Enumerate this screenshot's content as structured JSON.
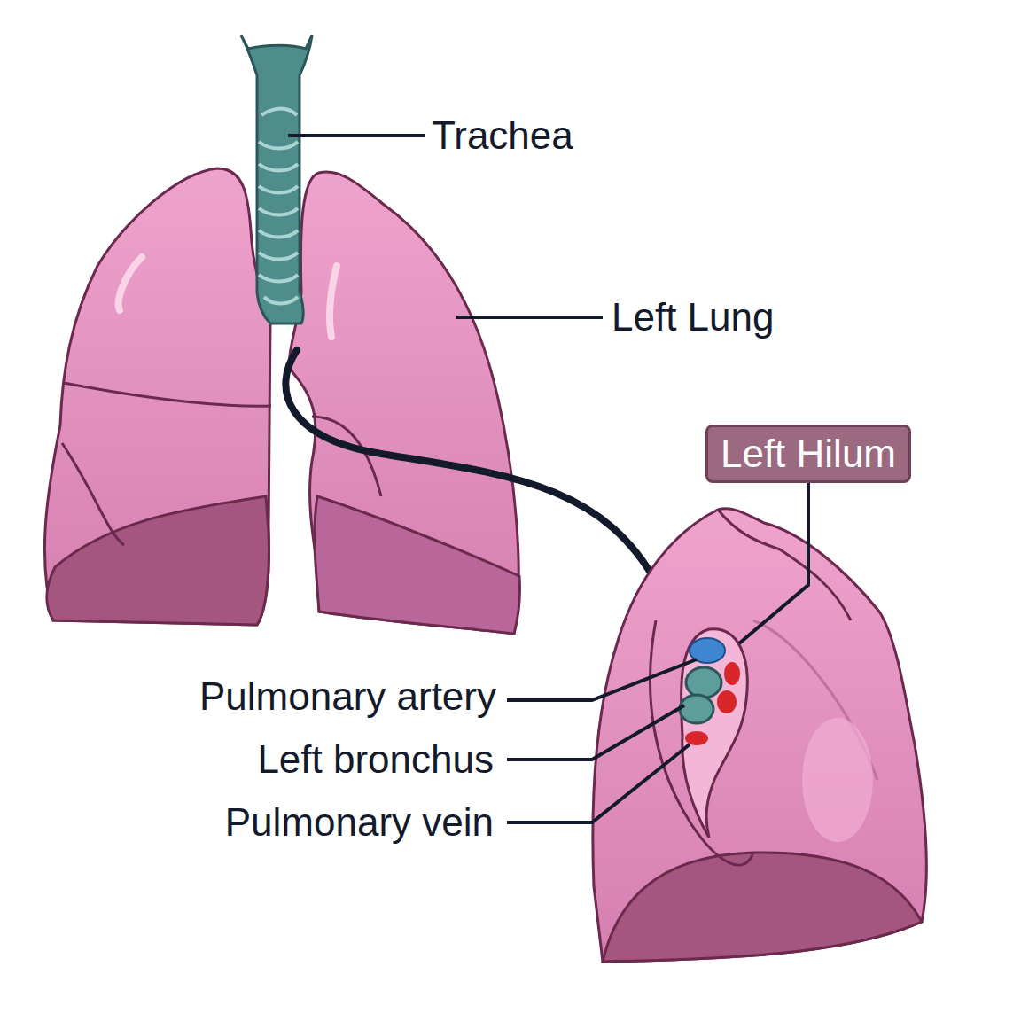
{
  "diagram": {
    "nodes": [
      {
        "text": [
          "Left Hilum"
        ]
      }
    ],
    "labels": [
      "Trachea",
      "Left Lung",
      "Pulmonary artery",
      "Left bronchus",
      "Pulmonary vein"
    ]
  }
}
